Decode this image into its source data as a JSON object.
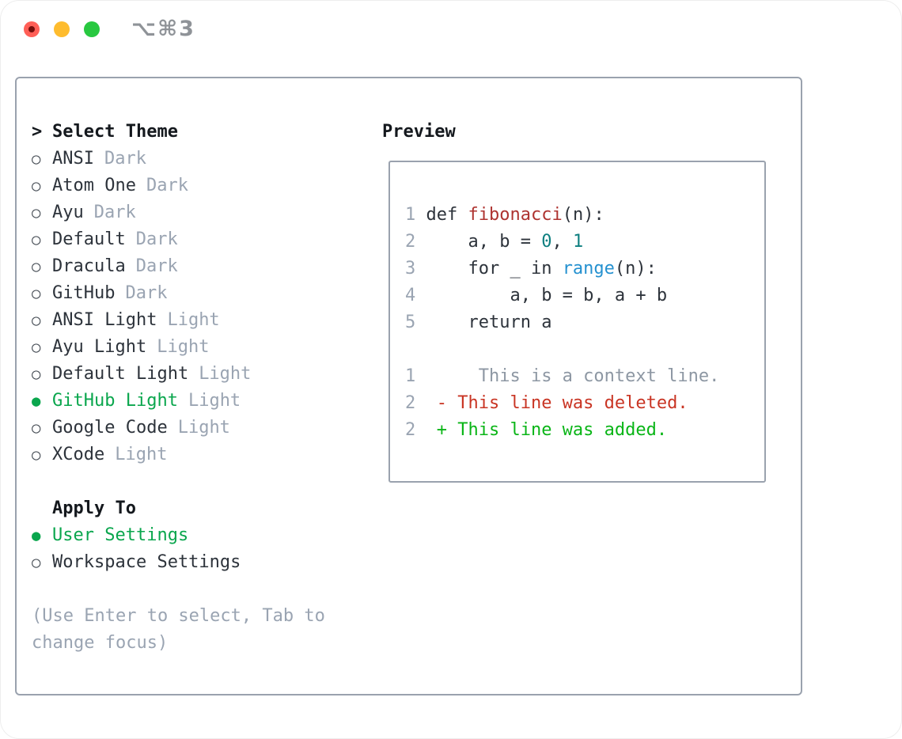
{
  "window": {
    "title": "⌥⌘3",
    "traffic_lights": [
      "close",
      "minimize",
      "zoom"
    ]
  },
  "glyphs": {
    "prompt": ">",
    "radio_selected": "●",
    "radio_unselected": "○"
  },
  "theme_panel": {
    "header": {
      "prompt": ">",
      "label": "Select Theme"
    },
    "themes": [
      {
        "name": "ANSI",
        "tag": "Dark",
        "selected": false
      },
      {
        "name": "Atom One",
        "tag": "Dark",
        "selected": false
      },
      {
        "name": "Ayu",
        "tag": "Dark",
        "selected": false
      },
      {
        "name": "Default",
        "tag": "Dark",
        "selected": false
      },
      {
        "name": "Dracula",
        "tag": "Dark",
        "selected": false
      },
      {
        "name": "GitHub",
        "tag": "Dark",
        "selected": false
      },
      {
        "name": "ANSI Light",
        "tag": "Light",
        "selected": false
      },
      {
        "name": "Ayu Light",
        "tag": "Light",
        "selected": false
      },
      {
        "name": "Default Light",
        "tag": "Light",
        "selected": false
      },
      {
        "name": "GitHub Light",
        "tag": "Light",
        "selected": true
      },
      {
        "name": "Google Code",
        "tag": "Light",
        "selected": false
      },
      {
        "name": "XCode",
        "tag": "Light",
        "selected": false
      }
    ],
    "apply_to": {
      "label": "Apply To",
      "options": [
        {
          "name": "User Settings",
          "selected": true
        },
        {
          "name": "Workspace Settings",
          "selected": false
        }
      ]
    },
    "help_lines": [
      "(Use Enter to select, Tab to",
      "change focus)"
    ]
  },
  "preview": {
    "label": "Preview",
    "lines": [
      [
        {
          "t": "1 ",
          "c": "ln"
        },
        {
          "t": "def ",
          "c": "base"
        },
        {
          "t": "fibonacci",
          "c": "fn"
        },
        {
          "t": "(n):",
          "c": "base"
        }
      ],
      [
        {
          "t": "2 ",
          "c": "ln"
        },
        {
          "t": "    a, b = ",
          "c": "base"
        },
        {
          "t": "0",
          "c": "num"
        },
        {
          "t": ", ",
          "c": "base"
        },
        {
          "t": "1",
          "c": "num"
        }
      ],
      [
        {
          "t": "3 ",
          "c": "ln"
        },
        {
          "t": "    for _ in ",
          "c": "base"
        },
        {
          "t": "range",
          "c": "blt"
        },
        {
          "t": "(n):",
          "c": "base"
        }
      ],
      [
        {
          "t": "4 ",
          "c": "ln"
        },
        {
          "t": "        a, b = b, a + b",
          "c": "base"
        }
      ],
      [
        {
          "t": "5 ",
          "c": "ln"
        },
        {
          "t": "    return a",
          "c": "base"
        }
      ],
      [],
      [
        {
          "t": "1 ",
          "c": "ln"
        },
        {
          "t": "     This is a context line.",
          "c": "ctx"
        }
      ],
      [
        {
          "t": "2 ",
          "c": "ln"
        },
        {
          "t": " - This line was deleted.",
          "c": "del"
        }
      ],
      [
        {
          "t": "2 ",
          "c": "ln"
        },
        {
          "t": " + This line was added.",
          "c": "add"
        }
      ]
    ]
  },
  "colors": {
    "ink": "#2d333b",
    "header_ink": "#14181d",
    "muted": "#9aa4b2",
    "selection_green": "#0aa64d",
    "added_green": "#0ab517",
    "deleted_red": "#c93524",
    "function_red": "#ae3330",
    "number_teal": "#0e7f80",
    "builtin_blue": "#2591d0",
    "context_gray": "#8d97a3",
    "border_gray": "#9aa2ae",
    "title_gray": "#8f9398",
    "circle_gray": "#454c54",
    "traffic_red": "#ff5f57",
    "traffic_red_dot": "#750e0b",
    "traffic_yellow": "#febc2e",
    "traffic_green": "#28c840"
  }
}
